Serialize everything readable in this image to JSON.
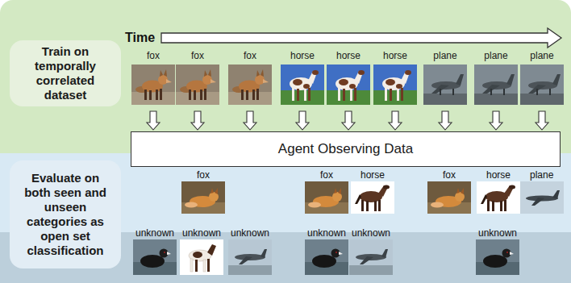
{
  "diagram": {
    "nodes": [
      {
        "text": [
          "Train on temporally correlated dataset"
        ]
      },
      {
        "text": [
          "fox"
        ]
      },
      {
        "text": [
          "fox"
        ]
      },
      {
        "text": [
          "fox"
        ]
      },
      {
        "text": [
          "horse"
        ]
      },
      {
        "text": [
          "horse"
        ]
      },
      {
        "text": [
          "horse"
        ]
      },
      {
        "text": [
          "plane"
        ]
      },
      {
        "text": [
          "plane"
        ]
      },
      {
        "text": [
          "plane"
        ]
      },
      {
        "text": [
          "Agent Observing Data"
        ]
      },
      {
        "text": [
          "Evaluate on both seen and unseen categories as open set classification"
        ]
      }
    ],
    "edges": [
      {
        "from": 1,
        "to": 10,
        "arrow": "to"
      },
      {
        "from": 2,
        "to": 10,
        "arrow": "to"
      },
      {
        "from": 3,
        "to": 10,
        "arrow": "to"
      },
      {
        "from": 4,
        "to": 10,
        "arrow": "to"
      },
      {
        "from": 5,
        "to": 10,
        "arrow": "to"
      },
      {
        "from": 6,
        "to": 10,
        "arrow": "to"
      },
      {
        "from": 7,
        "to": 10,
        "arrow": "to"
      },
      {
        "from": 8,
        "to": 10,
        "arrow": "to"
      },
      {
        "from": 9,
        "to": 10,
        "arrow": "to"
      }
    ],
    "labels": [
      "Time",
      "fox",
      "fox",
      "horse",
      "fox",
      "horse",
      "plane",
      "unknown",
      "unknown",
      "unknown",
      "unknown",
      "unknown",
      "unknown"
    ]
  }
}
